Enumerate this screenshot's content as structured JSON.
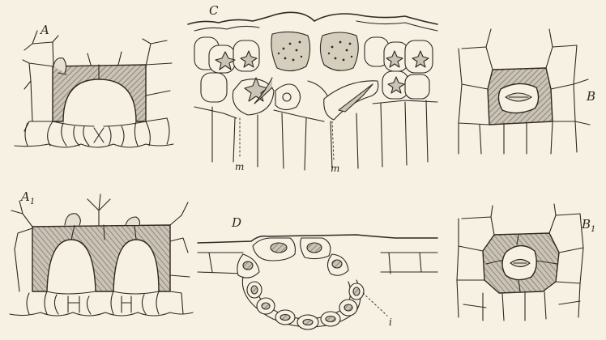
{
  "figure": {
    "labels": {
      "A": "A",
      "A1": "A",
      "A1_sub": "1",
      "B": "B",
      "B1": "B",
      "B1_sub": "1",
      "C": "C",
      "D": "D",
      "m_left": "m",
      "m_right": "m",
      "i": "i"
    }
  }
}
